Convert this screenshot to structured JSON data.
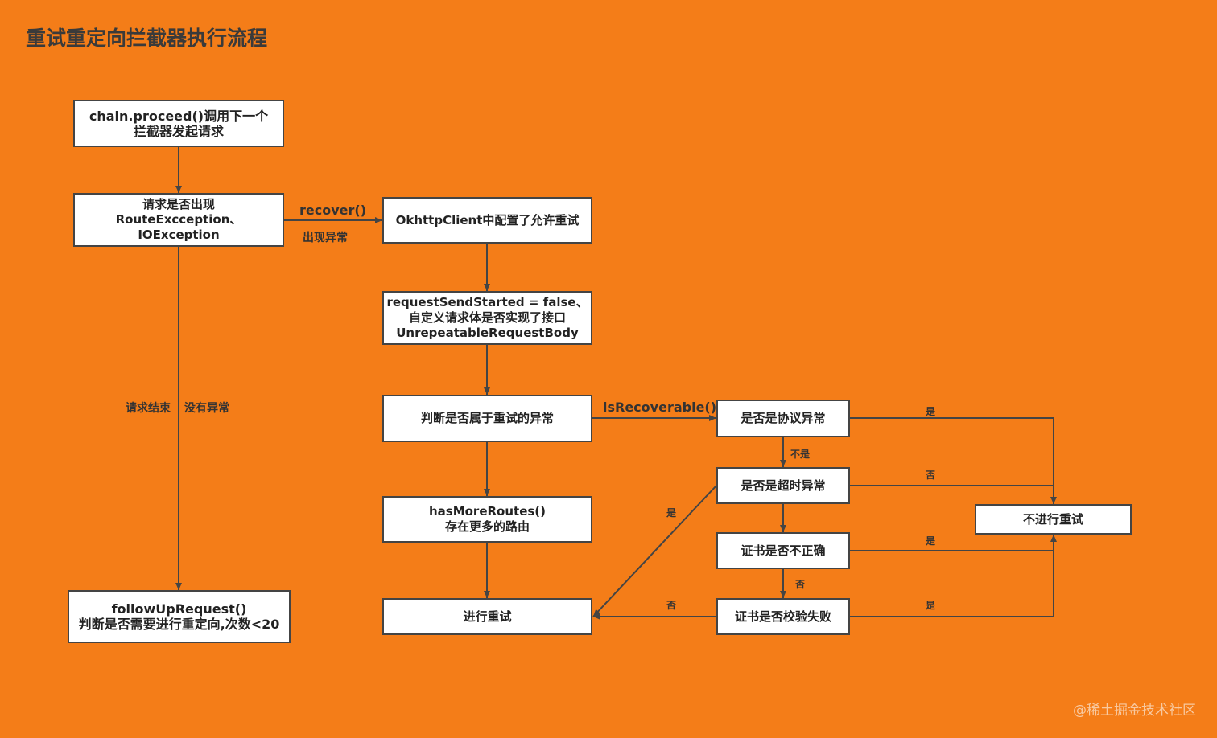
{
  "title": "重试重定向拦截器执行流程",
  "colors": {
    "background": "#f47d18",
    "node_fill": "#ffffff",
    "node_border": "#444444",
    "line": "#444444"
  },
  "nodes": {
    "proceed": [
      "chain.proceed()调用下一个",
      "拦截器发起请求"
    ],
    "exception_check": [
      "请求是否出现",
      "RouteExcception、",
      "IOException"
    ],
    "client_config": [
      "OkhttpClient中配置了允许重试"
    ],
    "request_body": [
      "requestSendStarted = false、",
      "自定义请求体是否实现了接口",
      "UnrepeatableRequestBody"
    ],
    "judge_exception": [
      "判断是否属于重试的异常"
    ],
    "more_routes": [
      "hasMoreRoutes()",
      "存在更多的路由"
    ],
    "do_retry": [
      "进行重试"
    ],
    "follow_up": [
      "followUpRequest()",
      "判断是否需要进行重定向,次数<20"
    ],
    "protocol_exception": [
      "是否是协议异常"
    ],
    "timeout_exception": [
      "是否是超时异常"
    ],
    "cert_incorrect": [
      "证书是否不正确"
    ],
    "cert_verify_failed": [
      "证书是否校验失败"
    ],
    "no_retry": [
      "不进行重试"
    ]
  },
  "labels": {
    "recover": "recover()",
    "exception_occurred": "出现异常",
    "request_end": "请求结束",
    "no_exception": "没有异常",
    "is_recoverable": "isRecoverable()",
    "not": "不是",
    "yes_protocol": "是",
    "no_timeout": "否",
    "yes_timeout": "是",
    "yes_cert": "是",
    "no_cert": "否",
    "no_verify": "否",
    "yes_verify": "是"
  },
  "watermark": "@稀土掘金技术社区"
}
